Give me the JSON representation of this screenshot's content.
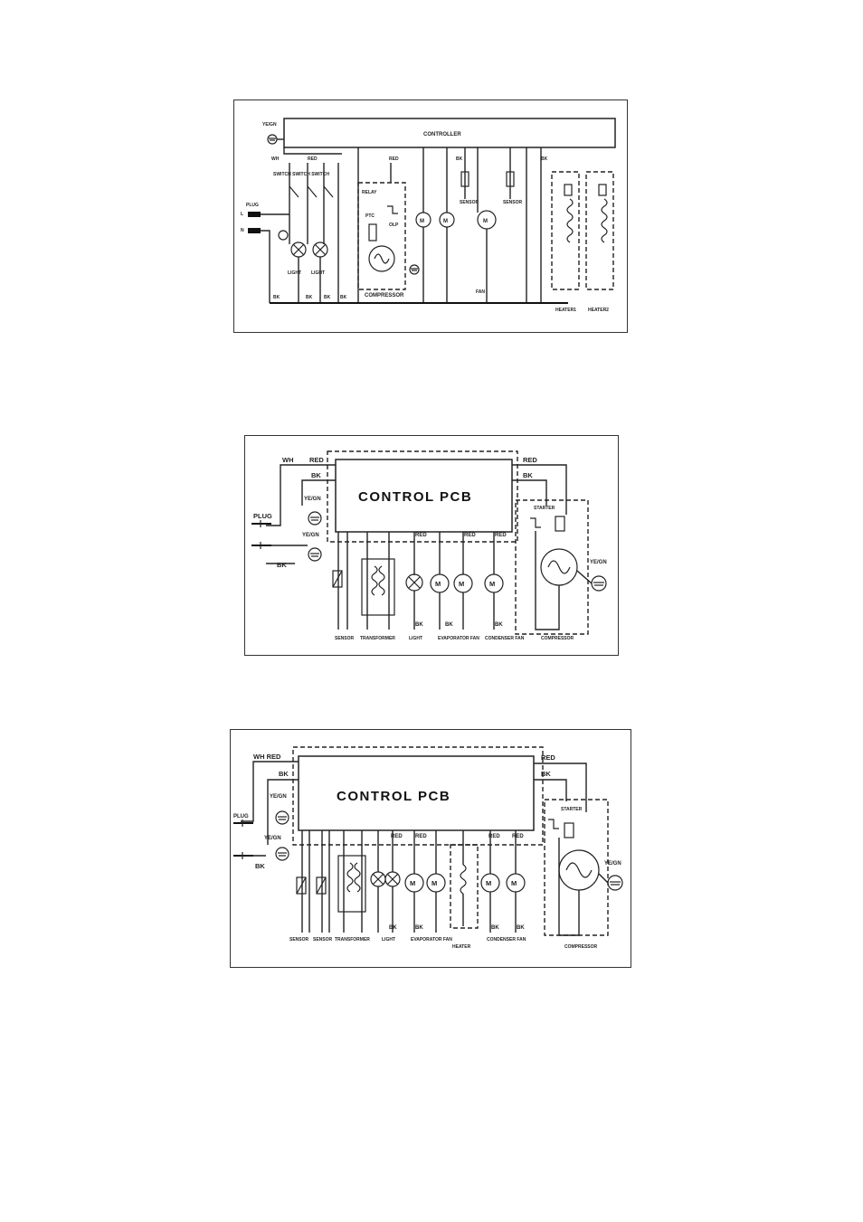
{
  "diagram1": {
    "labels": {
      "top_earth": "YE/GN",
      "controller": "CONTROLLER",
      "wh": "WH",
      "red": "RED",
      "red2": "RED",
      "bk_top": "BK",
      "bk_mid": "BK",
      "switch_labels": "SWITCH SWITCH SWITCH",
      "plug": "PLUG",
      "l": "L",
      "n": "N",
      "light1": "LIGHT",
      "light2": "LIGHT",
      "compressor": "COMPRESSOR",
      "ptc": "PTC",
      "olp": "OLP",
      "relay": "RELAY",
      "motor_m1": "M",
      "motor_m2": "M",
      "motor_m3": "M",
      "heater1": "HEATER1",
      "heater2": "HEATER2",
      "bk_bottom_1": "BK",
      "bk_bottom_2": "BK",
      "bk_bottom_3": "BK",
      "bk_bottom_4": "BK",
      "fan": "FAN",
      "sensor_a": "SENSOR",
      "sensor_b": "SENSOR"
    }
  },
  "diagram2": {
    "labels": {
      "wh": "WH",
      "red": "RED",
      "bk_top": "BK",
      "pcb": "CONTROL PCB",
      "plug": "PLUG",
      "ye_gn_1": "YE/GN",
      "ye_gn_2": "YE/GN",
      "bk_left": "BK",
      "red_right": "RED",
      "bk_right": "BK",
      "ye_gn_right": "YE/GN",
      "red_a": "RED",
      "red_b": "RED",
      "red_c": "RED",
      "bk_a": "BK",
      "bk_b": "BK",
      "bk_c": "BK",
      "m1": "M",
      "m2": "M",
      "m3": "M",
      "sensor": "SENSOR",
      "transformer": "TRANSFORMER",
      "light": "LIGHT",
      "evaporator_fan": "EVAPORATOR FAN",
      "condenser_fan": "CONDENSER FAN",
      "compressor": "COMPRESSOR",
      "starter": "STARTER"
    }
  },
  "diagram3": {
    "labels": {
      "wh_red": "WH RED",
      "bk_top": "BK",
      "pcb": "CONTROL PCB",
      "plug": "PLUG",
      "ye_gn_1": "YE/GN",
      "ye_gn_2": "YE/GN",
      "bk_left": "BK",
      "red_right": "RED",
      "bk_right": "BK",
      "ye_gn_right": "YE/GN",
      "red_a": "RED",
      "red_b": "RED",
      "red_c": "RED",
      "red_d": "RED",
      "bk_a": "BK",
      "bk_b": "BK",
      "bk_c": "BK",
      "bk_d": "BK",
      "m1": "M",
      "m2": "M",
      "m3": "M",
      "m4": "M",
      "sensor1": "SENSOR",
      "sensor2": "SENSOR",
      "transformer": "TRANSFORMER",
      "light": "LIGHT",
      "evaporator_fan": "EVAPORATOR FAN",
      "heater": "HEATER",
      "condenser_fan": "CONDENSER FAN",
      "compressor": "COMPRESSOR",
      "starter": "STARTER"
    }
  }
}
